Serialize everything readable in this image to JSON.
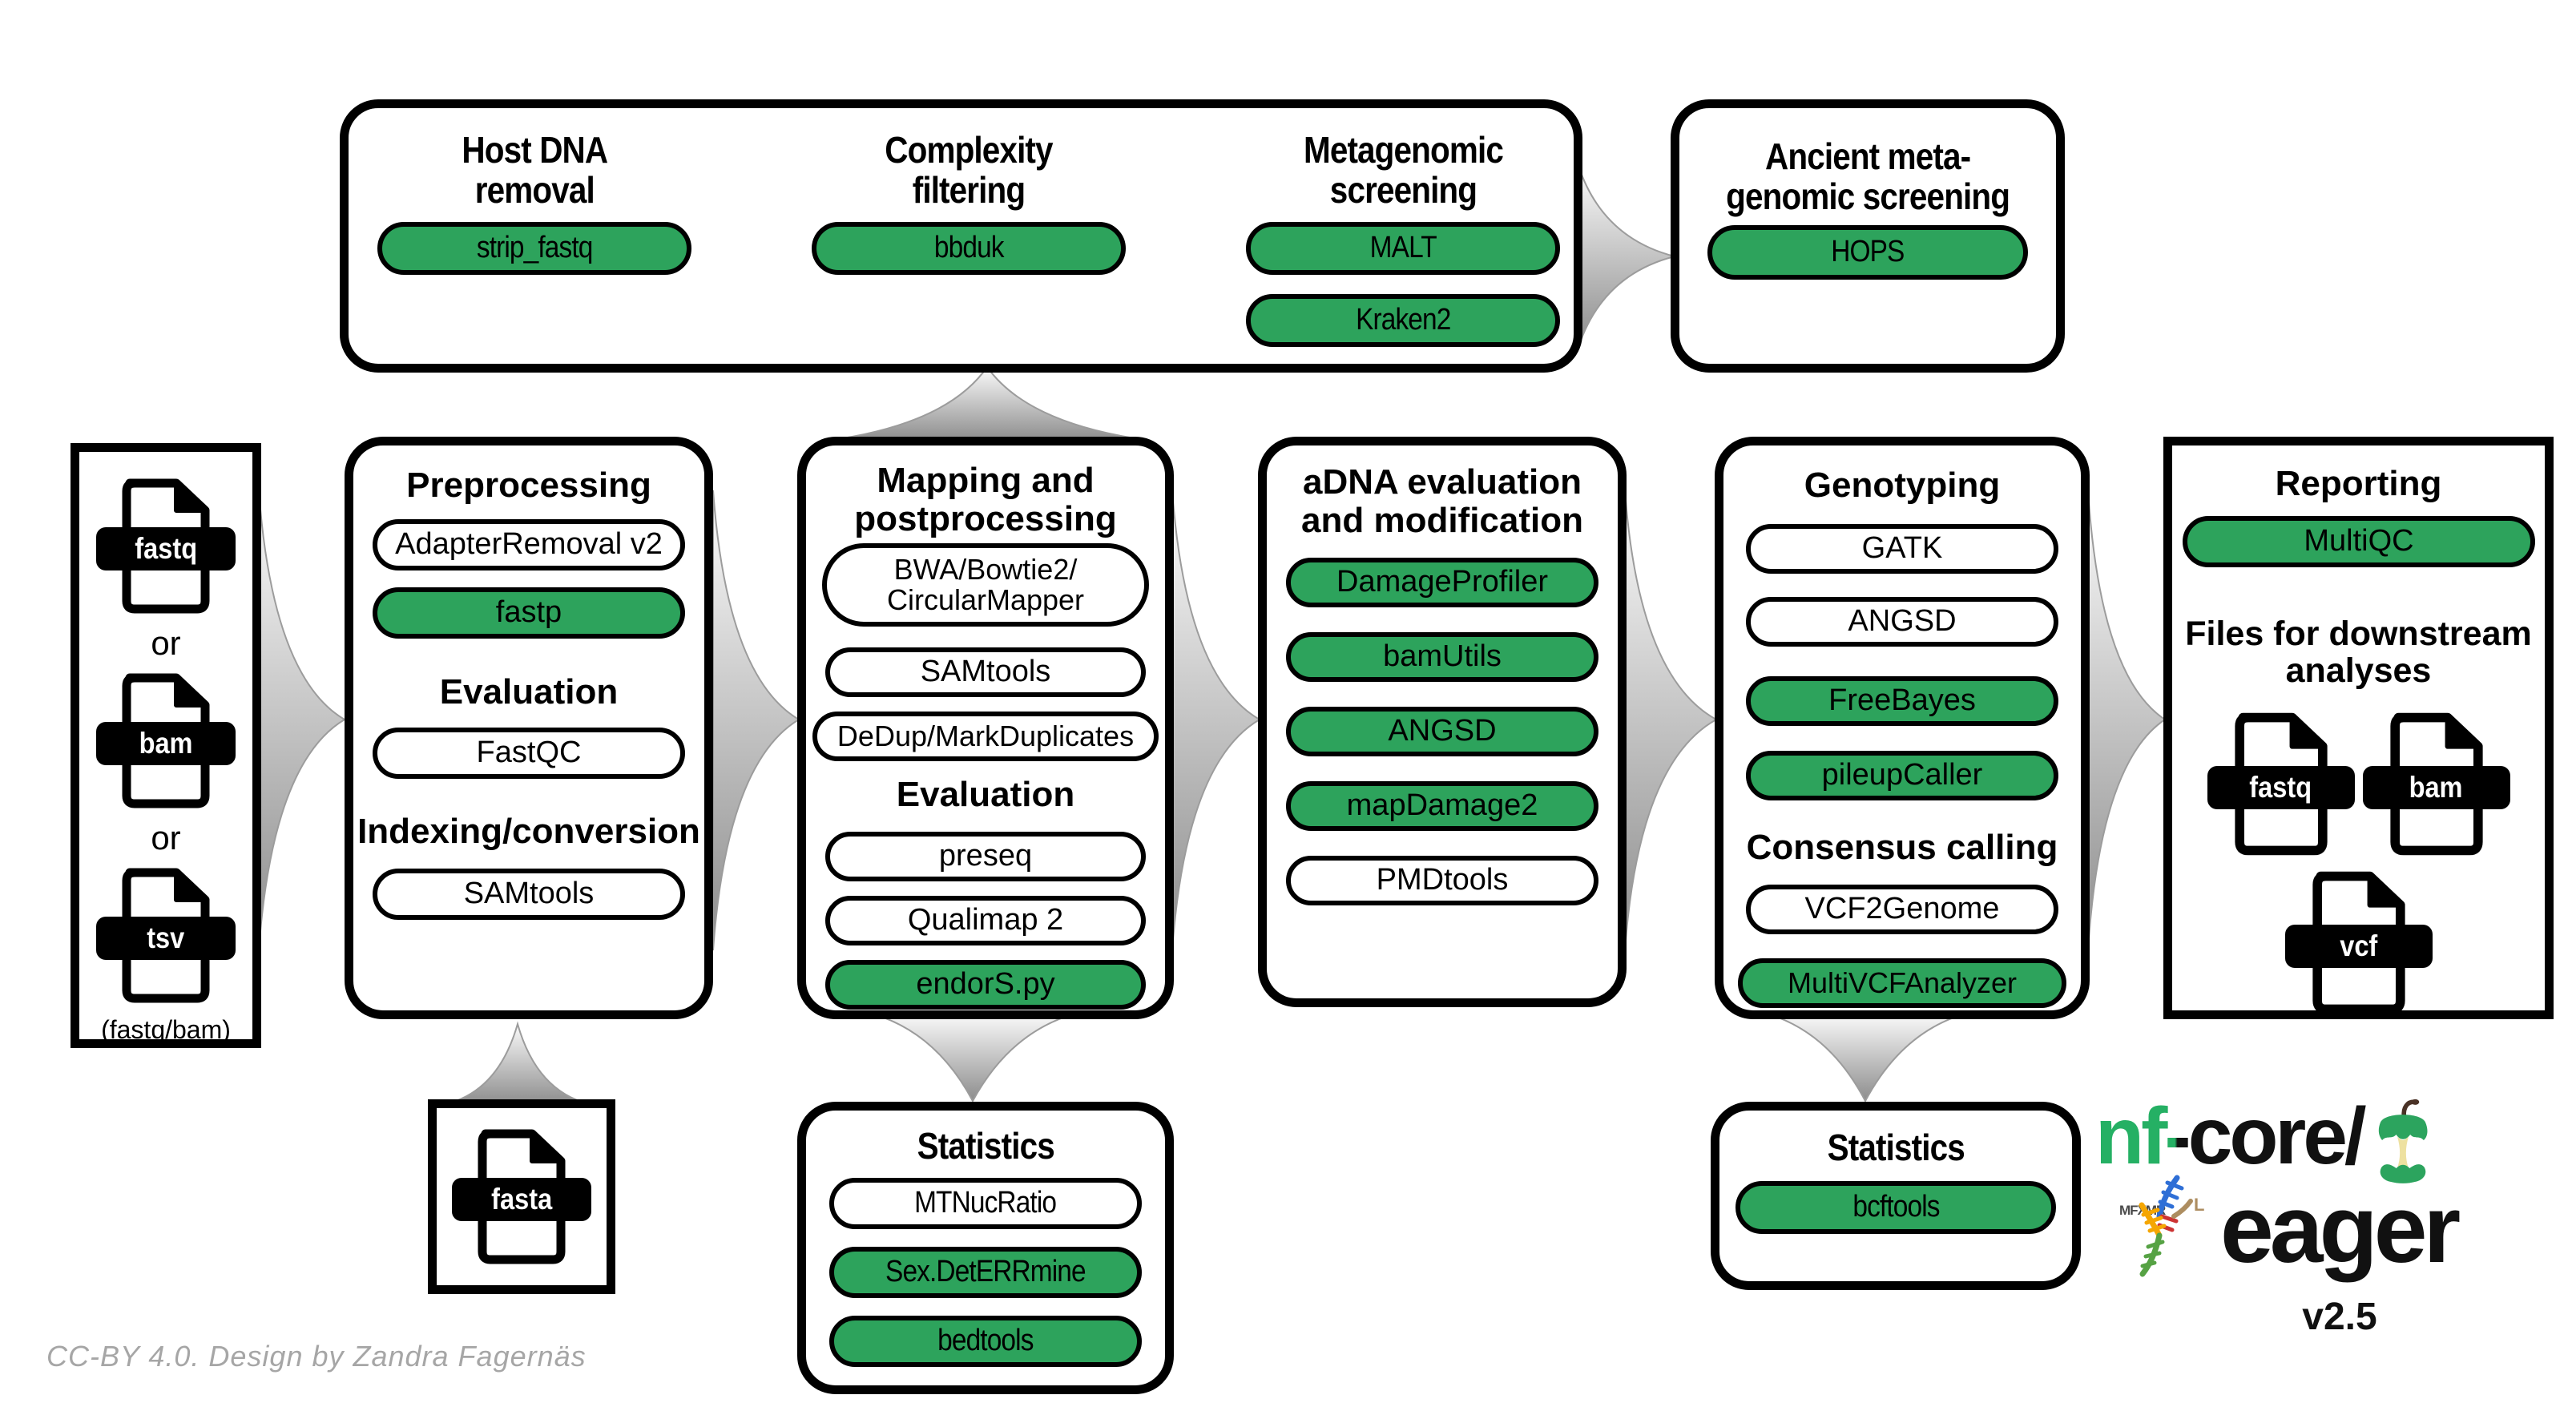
{
  "colors": {
    "pill_green": "#2da35c",
    "nfcore_green": "#25b064",
    "apple_green": "#2ca45e",
    "apple_core_cream": "#eee1a0",
    "stem_brown": "#4a3226",
    "credit_gray": "#a6a6a6",
    "arrow_light": "#fbfbfb",
    "arrow_dark": "#8d8d8d"
  },
  "top_box": {
    "host": {
      "title_line1": "Host DNA",
      "title_line2": "removal",
      "tool": "strip_fastq"
    },
    "complexity": {
      "title_line1": "Complexity",
      "title_line2": "filtering",
      "tool": "bbduk"
    },
    "metagenomic": {
      "title_line1": "Metagenomic",
      "title_line2": "screening",
      "tool1": "MALT",
      "tool2": "Kraken2"
    }
  },
  "ancient_box": {
    "title_line1": "Ancient meta-",
    "title_line2": "genomic screening",
    "tool": "HOPS"
  },
  "input_box": {
    "file1": "fastq",
    "file2": "bam",
    "file3": "tsv",
    "separator": "or",
    "note": "(fastq/bam)"
  },
  "preprocessing_box": {
    "title": "Preprocessing",
    "tool1": "AdapterRemoval v2",
    "tool2": "fastp",
    "evaluation_heading": "Evaluation",
    "tool3": "FastQC",
    "indexing_heading": "Indexing/conversion",
    "tool4": "SAMtools"
  },
  "mapping_box": {
    "title_line1": "Mapping and",
    "title_line2": "postprocessing",
    "tool1_line1": "BWA/Bowtie2/",
    "tool1_line2": "CircularMapper",
    "tool2": "SAMtools",
    "tool3": "DeDup/MarkDuplicates",
    "evaluation_heading": "Evaluation",
    "tool4": "preseq",
    "tool5": "Qualimap 2",
    "tool6": "endorS.py"
  },
  "adna_box": {
    "title_line1": "aDNA evaluation",
    "title_line2": "and modification",
    "tool1": "DamageProfiler",
    "tool2": "bamUtils",
    "tool3": "ANGSD",
    "tool4": "mapDamage2",
    "tool5": "PMDtools"
  },
  "genotyping_box": {
    "title": "Genotyping",
    "tool1": "GATK",
    "tool2": "ANGSD",
    "tool3": "FreeBayes",
    "tool4": "pileupCaller",
    "consensus_heading": "Consensus calling",
    "tool5": "VCF2Genome",
    "tool6": "MultiVCFAnalyzer"
  },
  "reporting_box": {
    "title": "Reporting",
    "tool1": "MultiQC",
    "files_heading_line1": "Files for downstream",
    "files_heading_line2": "analyses",
    "file1": "fastq",
    "file2": "bam",
    "file3": "vcf"
  },
  "fasta_box": {
    "file": "fasta"
  },
  "statistics_mid_box": {
    "title": "Statistics",
    "tool1": "MTNucRatio",
    "tool2": "Sex.DetERRmine",
    "tool3": "bedtools"
  },
  "statistics_right_box": {
    "title": "Statistics",
    "tool": "bcftools"
  },
  "logo": {
    "nf": "nf",
    "dash": "-",
    "core": "core/",
    "name": "eager",
    "version": "v2.5",
    "runes": "MFXMR",
    "rune_l": "L"
  },
  "credit": "CC-BY 4.0. Design by Zandra Fagernäs"
}
